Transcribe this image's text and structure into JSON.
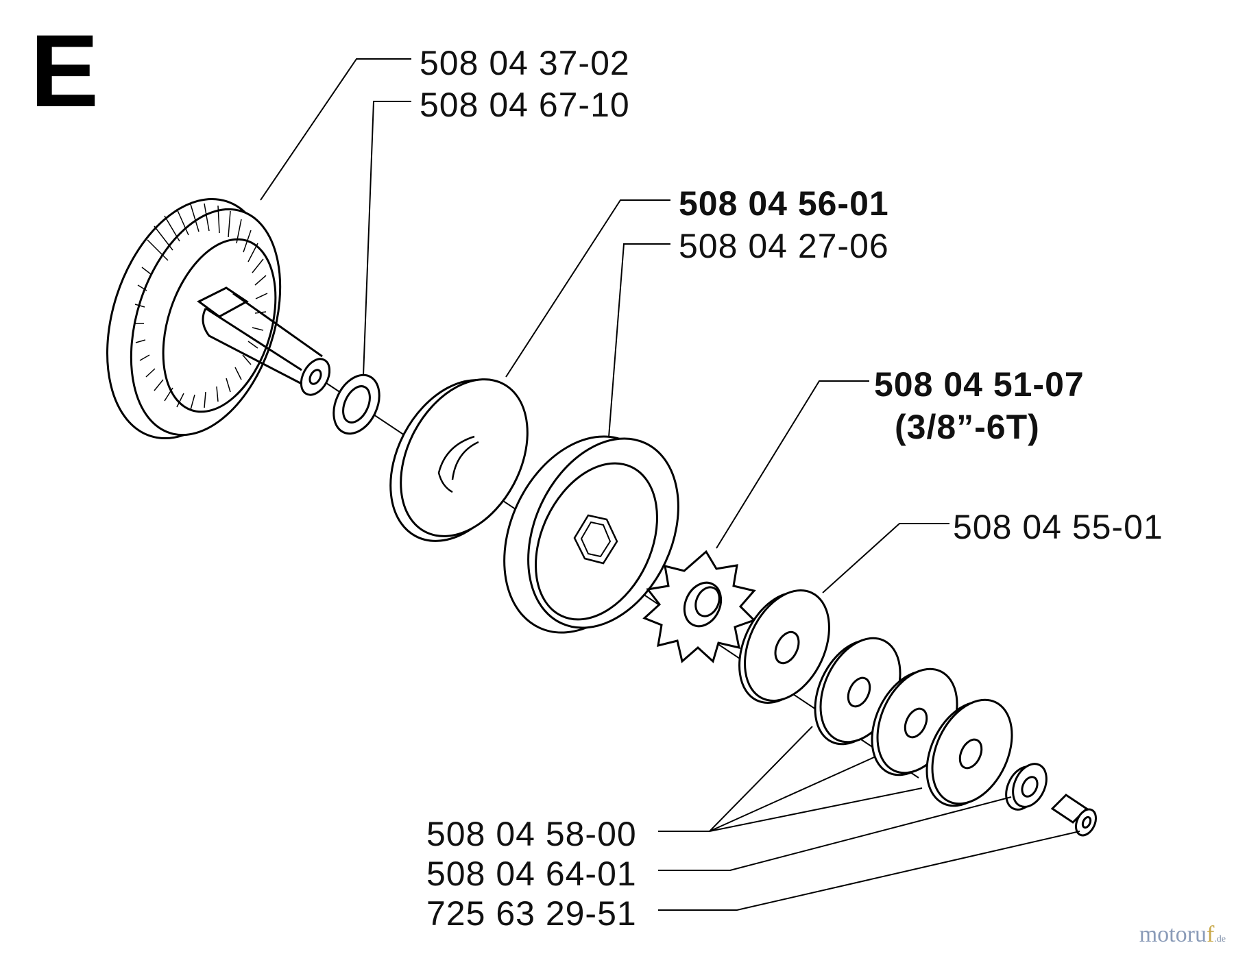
{
  "section_letter": "E",
  "parts": [
    {
      "id": "p1",
      "number": "508 04 37-02",
      "bold": false
    },
    {
      "id": "p2",
      "number": "508 04 67-10",
      "bold": false
    },
    {
      "id": "p3",
      "number": "508 04 56-01",
      "bold": true
    },
    {
      "id": "p4",
      "number": "508 04 27-06",
      "bold": false
    },
    {
      "id": "p5",
      "number": "508 04 51-07",
      "bold": true,
      "note": "(3/8”-6T)"
    },
    {
      "id": "p6",
      "number": "508 04 55-01",
      "bold": false
    },
    {
      "id": "p7",
      "number": "508 04 58-00",
      "bold": false
    },
    {
      "id": "p8",
      "number": "508 04 64-01",
      "bold": false
    },
    {
      "id": "p9",
      "number": "725 63 29-51",
      "bold": false
    }
  ],
  "watermark": {
    "part1": "motoru",
    "part2": "f",
    "suffix": ".de"
  }
}
